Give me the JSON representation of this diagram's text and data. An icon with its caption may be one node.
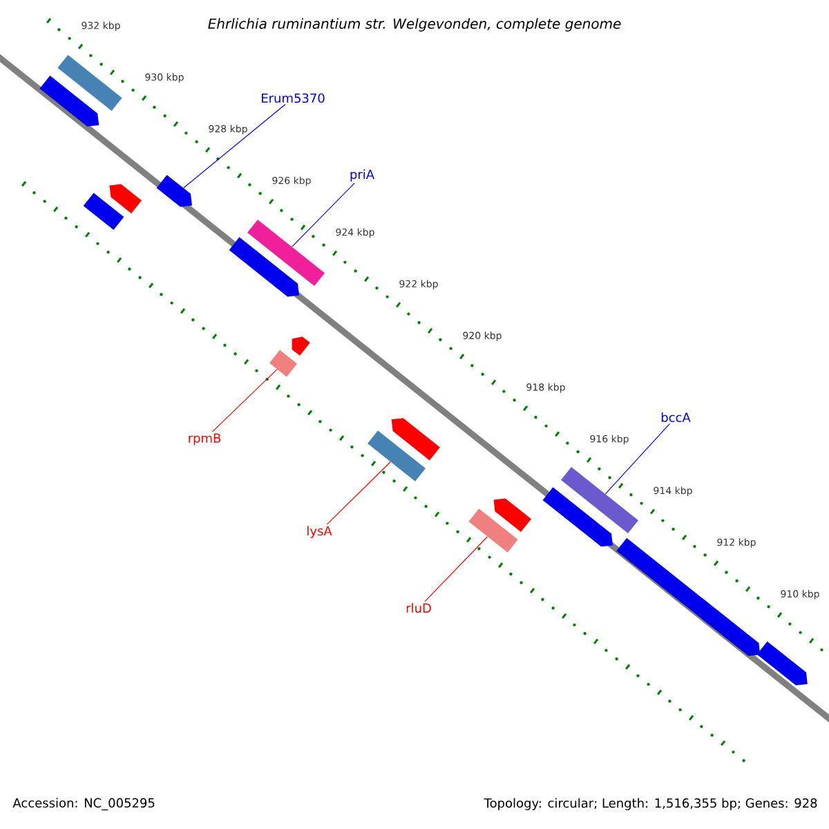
{
  "diagram": {
    "title": "Ehrlichia ruminantium str. Welgevonden, complete genome",
    "nodes": [
      {
        "text": [],
        "shape": "bar"
      },
      {
        "text": [],
        "shape": "arrow"
      },
      {
        "text": [
          "Erum5370"
        ]
      },
      {
        "text": [],
        "shape": "arrow"
      },
      {
        "text": [],
        "shape": "arrow"
      },
      {
        "text": [],
        "shape": "bar"
      },
      {
        "text": [
          "priA"
        ]
      },
      {
        "text": [],
        "shape": "bar"
      },
      {
        "text": [],
        "shape": "arrow"
      },
      {
        "text": [],
        "shape": "arrow"
      },
      {
        "text": [],
        "shape": "bar"
      },
      {
        "text": [
          "rpmB"
        ]
      },
      {
        "text": [
          "bccA"
        ]
      },
      {
        "text": [],
        "shape": "arrow"
      },
      {
        "text": [],
        "shape": "bar"
      },
      {
        "text": [],
        "shape": "bar"
      },
      {
        "text": [],
        "shape": "arrow"
      },
      {
        "text": [],
        "shape": "arrow"
      },
      {
        "text": [],
        "shape": "bar"
      },
      {
        "text": [
          "lysA"
        ]
      },
      {
        "text": [],
        "shape": "arrow"
      },
      {
        "text": [
          "rluD"
        ]
      },
      {
        "text": [],
        "shape": "arrow"
      }
    ],
    "edges": [
      {
        "from": 2,
        "to": 3,
        "arrow": "none",
        "color": "#0000ff"
      },
      {
        "from": 6,
        "to": 7,
        "arrow": "none",
        "color": "#0000ff"
      },
      {
        "from": 12,
        "to": 15,
        "arrow": "none",
        "color": "#0000ff"
      },
      {
        "from": 11,
        "to": 10,
        "arrow": "none",
        "color": "#ff0000"
      },
      {
        "from": 19,
        "to": 14,
        "arrow": "none",
        "color": "#ff0000"
      },
      {
        "from": 21,
        "to": 18,
        "arrow": "none",
        "color": "#ff0000"
      }
    ],
    "labels": [
      "932 kbp",
      "930 kbp",
      "928 kbp",
      "926 kbp",
      "924 kbp",
      "922 kbp",
      "920 kbp",
      "918 kbp",
      "916 kbp",
      "914 kbp",
      "912 kbp",
      "910 kbp",
      "Accession: NC_005295",
      "Topology: circular; Length: 1,516,355 bp; Genes: 928"
    ]
  }
}
